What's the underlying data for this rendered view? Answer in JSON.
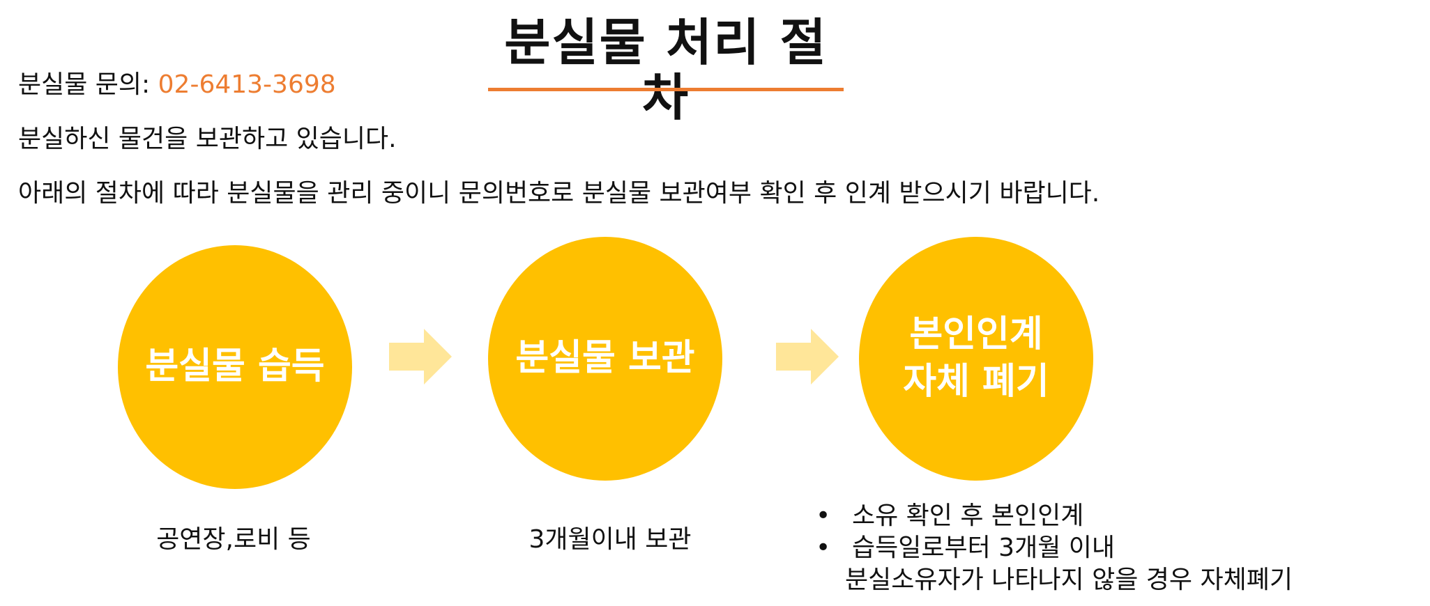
{
  "title": "분실물 처리 절차",
  "inquiry": {
    "label": "분실물 문의:",
    "phone": "02-6413-3698"
  },
  "intro_lines": [
    "분실하신 물건을 보관하고 있습니다.",
    "아래의 절차에 따라 분실물을 관리 중이니 문의번호로 분실물 보관여부 확인 후 인계 받으시기 바랍니다."
  ],
  "steps": [
    {
      "label_lines": [
        "분실물 습득"
      ],
      "caption": "공연장,로비 등"
    },
    {
      "label_lines": [
        "분실물 보관"
      ],
      "caption": "3개월이내 보관"
    },
    {
      "label_lines": [
        "본인인계",
        "자체 폐기"
      ]
    }
  ],
  "step3_details": {
    "bullet_1": "소유 확인 후 본인인계",
    "bullet_2": "습득일로부터 3개월 이내",
    "bullet_2_cont": "분실소유자가 나타나지 않을 경우 자체폐기"
  },
  "colors": {
    "accent_orange": "#ed7d31",
    "circle_fill": "#ffc000",
    "arrow_fill": "#ffe699"
  },
  "icons": {
    "arrow": "right-arrow-icon",
    "bullet": "bullet-dot-icon"
  }
}
